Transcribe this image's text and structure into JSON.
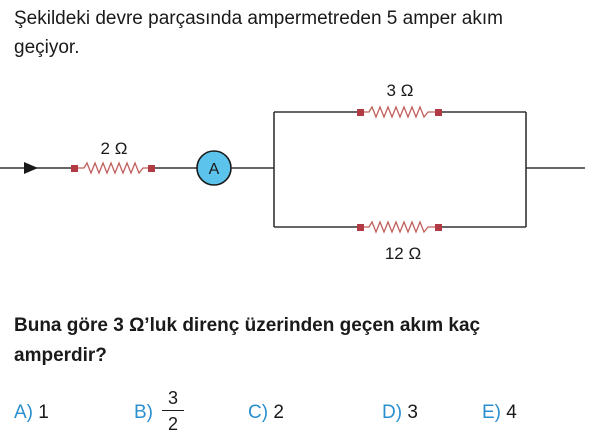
{
  "question": {
    "intro_line1": "Şekildeki devre parçasında ampermetreden 5 amper akım",
    "intro_line2": "geçiyor.",
    "prompt_line1": "Buna göre 3 Ω’luk direnç üzerinden geçen akım kaç",
    "prompt_line2": "amperdir?"
  },
  "circuit": {
    "series_resistor_label": "2 Ω",
    "ammeter_label": "A",
    "top_resistor_label": "3 Ω",
    "bottom_resistor_label": "12 Ω",
    "icons": [
      "current-arrow-icon",
      "resistor-icon",
      "ammeter-icon"
    ]
  },
  "options": [
    {
      "letter": "A)",
      "value": "1"
    },
    {
      "letter": "B)",
      "numerator": "3",
      "denominator": "2"
    },
    {
      "letter": "C)",
      "value": "2"
    },
    {
      "letter": "D)",
      "value": "3"
    },
    {
      "letter": "E)",
      "value": "4"
    }
  ],
  "colors": {
    "text": "#1a1a1a",
    "option_letter": "#2a8fd0",
    "ammeter_fill": "#5cc4ec",
    "resistor": "#c0605a",
    "terminal": "#b23a44",
    "wire": "#333333"
  }
}
